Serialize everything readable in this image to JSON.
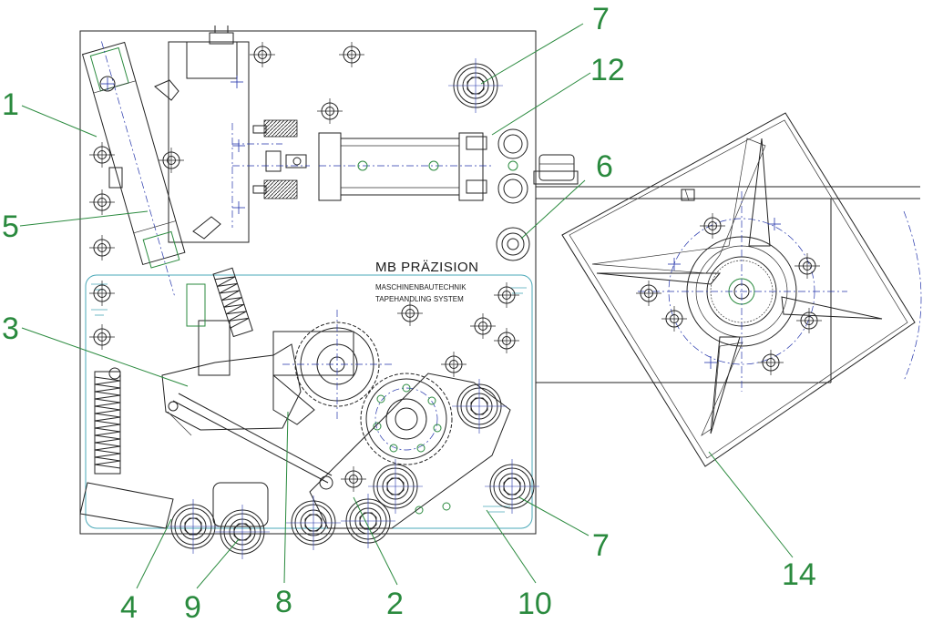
{
  "brand": {
    "name": "MB PRÄZISION",
    "line1": "MASCHINENBAUTECHNIK",
    "line2": "TAPEHANDLING SYSTEM"
  },
  "callouts": {
    "c7a": "7",
    "c12": "12",
    "c1": "1",
    "c6": "6",
    "c5": "5",
    "c3": "3",
    "c7b": "7",
    "c14": "14",
    "c4": "4",
    "c9": "9",
    "c8": "8",
    "c2": "2",
    "c10": "10"
  },
  "colors": {
    "callout": "#2a8a3e",
    "outline": "#222222",
    "centerline": "#2233aa",
    "guard": "#4aa8b8"
  }
}
